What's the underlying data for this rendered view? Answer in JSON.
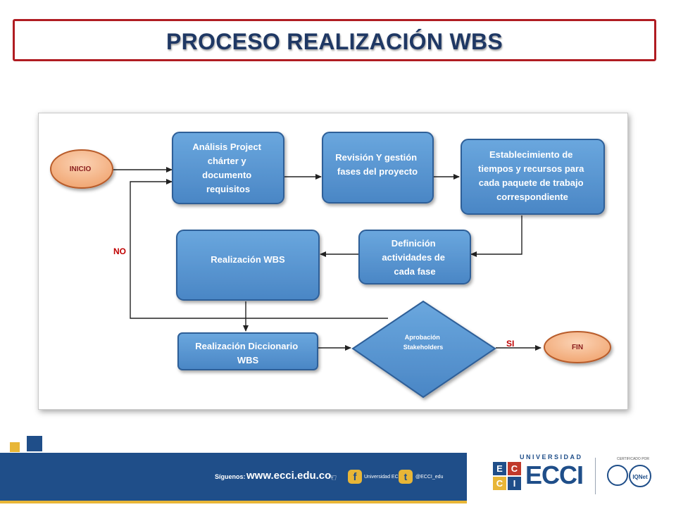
{
  "title": "PROCESO REALIZACIÓN WBS",
  "diagram": {
    "start_label": "INICIO",
    "end_label": "FIN",
    "step1": [
      "Análisis Project",
      "chárter y",
      "documento",
      "requisitos"
    ],
    "step2": [
      "Revisión Y gestión",
      "fases del proyecto"
    ],
    "step3": [
      "Establecimiento de",
      "tiempos y recursos para",
      "cada paquete de trabajo",
      "correspondiente"
    ],
    "step4": [
      "Definición",
      "actividades de",
      "cada fase"
    ],
    "step5": [
      "Realización WBS"
    ],
    "step6": [
      "Realización Diccionario",
      "WBS"
    ],
    "decision": [
      "Aprobación",
      "Stakeholders"
    ],
    "no_label": "NO",
    "yes_label": "SI"
  },
  "footer": {
    "follow_label": "Síguenos:",
    "website": "www.ecci.edu.co",
    "facebook_label": "Universidad ECCI",
    "twitter_label": "@ECCI_edu",
    "university_word": "UNIVERSIDAD",
    "brand": "ECCI",
    "certified_label": "CERTIFICADO POR",
    "iqnet_label": "IQNet",
    "colors": {
      "bar": "#1f4e89",
      "accent_yellow": "#e8b637",
      "box_fill": "#5b9bd5",
      "terminal_fill": "#f4b183",
      "title_border": "#b01c22"
    }
  }
}
